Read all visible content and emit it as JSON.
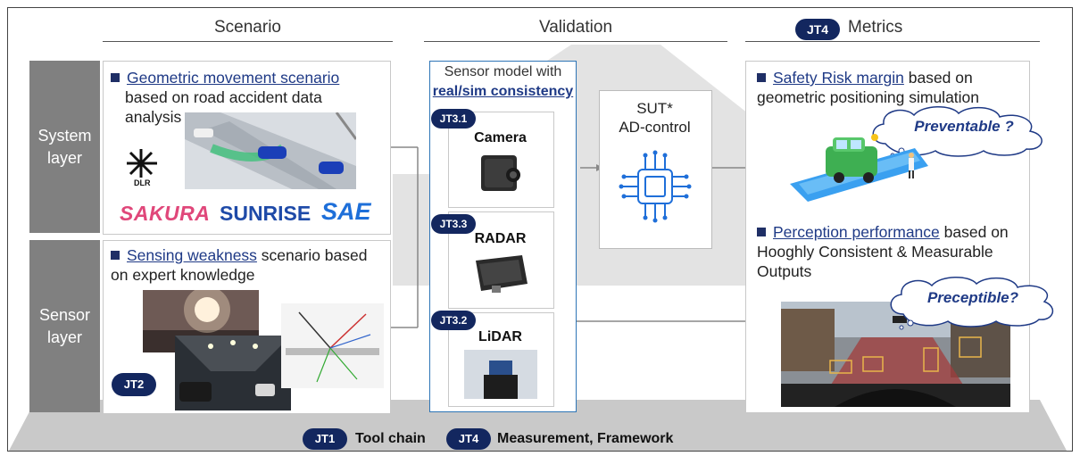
{
  "headers": {
    "scenario": "Scenario",
    "validation": "Validation",
    "metrics": "Metrics",
    "metrics_badge": "JT4"
  },
  "layers": {
    "system": "System\nlayer",
    "sensor": "Sensor\nlayer"
  },
  "scenario": {
    "geometric": {
      "link": "Geometric movement scenario",
      "text": "based on road accident data analysis"
    },
    "sensing": {
      "link": "Sensing weakness",
      "text": "scenario based on expert knowledge"
    },
    "logos": {
      "dlr": "DLR",
      "sakura": "SAKURA",
      "sunrise": "SUNRISE",
      "sae": "SAE"
    },
    "badge": "JT2"
  },
  "validation": {
    "sensor_model": "Sensor model with",
    "consistency": "real/sim consistency",
    "sensors": [
      {
        "badge": "JT3.1",
        "name": "Camera"
      },
      {
        "badge": "JT3.3",
        "name": "RADAR"
      },
      {
        "badge": "JT3.2",
        "name": "LiDAR"
      }
    ],
    "sut_title": "SUT*",
    "sut_sub": "AD-control"
  },
  "metrics": {
    "safety": {
      "link": "Safety Risk margin",
      "text": "based on geometric positioning simulation"
    },
    "preventable": "Preventable ?",
    "perception": {
      "link": "Perception performance",
      "text": "based on Hooghly Consistent & Measurable Outputs"
    },
    "preceptible": "Preceptible?"
  },
  "footer": {
    "badge1": "JT1",
    "label1": "Tool chain",
    "badge2": "JT4",
    "label2": "Measurement, Framework"
  },
  "colors": {
    "navy": "#13275f",
    "link": "#1f3a86",
    "layer_gray": "#808080",
    "platform_gray": "#c8c8c8",
    "validation_border": "#2e75b6"
  }
}
